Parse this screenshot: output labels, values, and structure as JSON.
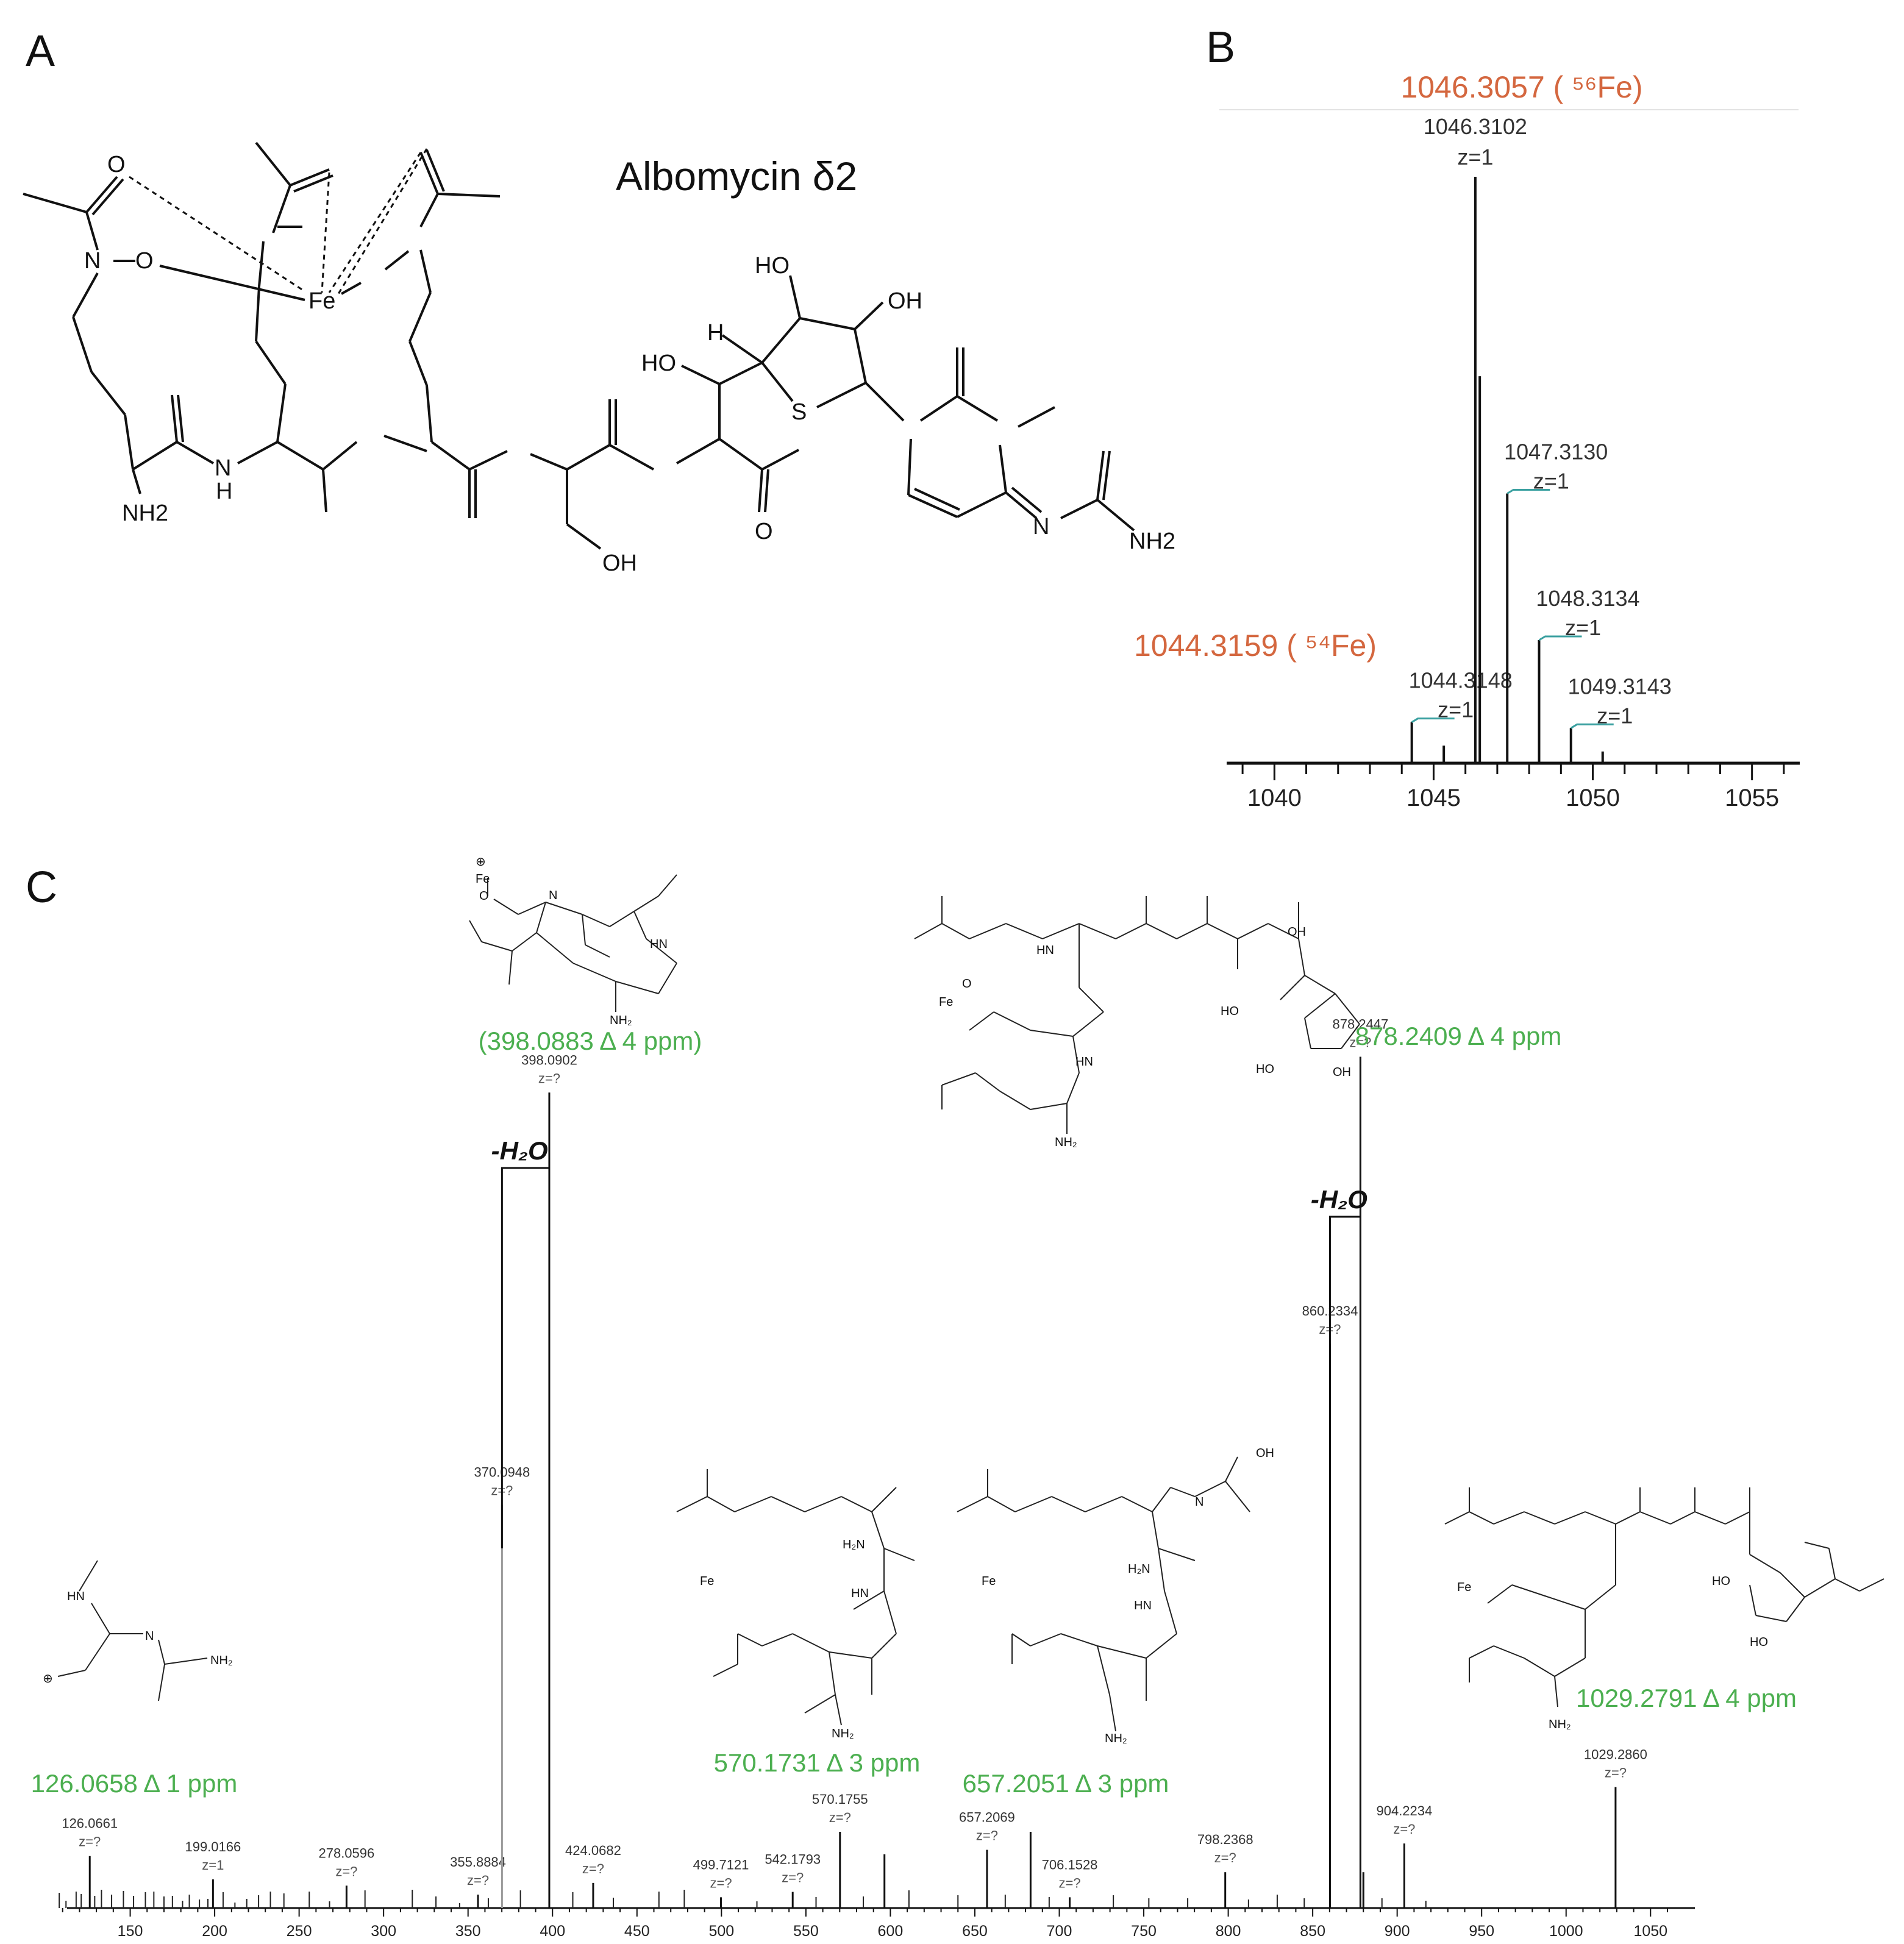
{
  "panels": {
    "a": {
      "letter": "A"
    },
    "b": {
      "letter": "B"
    },
    "c": {
      "letter": "C"
    }
  },
  "structure": {
    "title": "Albomycin δ2",
    "atoms": [
      "O",
      "N",
      "O",
      "Fe",
      "HO",
      "OH",
      "H",
      "HO",
      "S",
      "NH2",
      "N",
      "H",
      "O",
      "OH",
      "NH2",
      "N"
    ]
  },
  "chart_data": [
    {
      "type": "bar",
      "panel": "B",
      "xlim": [
        1038.5,
        1056.5
      ],
      "xticks": [
        1040,
        1045,
        1050,
        1055
      ],
      "annotations": [
        {
          "text": "1046.3057 ( ⁵⁶Fe)",
          "x": 1046.31
        },
        {
          "text": "1044.3159 ( ⁵⁴Fe)",
          "x": 1044.31
        }
      ],
      "peaks": [
        {
          "x": 1044.3148,
          "rel": 0.07,
          "label": "1044.3148",
          "z": "z=1"
        },
        {
          "x": 1045.32,
          "rel": 0.03
        },
        {
          "x": 1046.3102,
          "rel": 1.0,
          "label": "1046.3102",
          "z": "z=1"
        },
        {
          "x": 1046.45,
          "rel": 0.66
        },
        {
          "x": 1047.313,
          "rel": 0.46,
          "label": "1047.3130",
          "z": "z=1"
        },
        {
          "x": 1048.3134,
          "rel": 0.21,
          "label": "1048.3134",
          "z": "z=1"
        },
        {
          "x": 1049.3143,
          "rel": 0.06,
          "label": "1049.3143",
          "z": "z=1"
        },
        {
          "x": 1050.31,
          "rel": 0.02
        }
      ]
    },
    {
      "type": "bar",
      "panel": "C",
      "xlim": [
        100,
        1060
      ],
      "xticks": [
        150,
        200,
        250,
        300,
        350,
        400,
        450,
        500,
        550,
        600,
        650,
        700,
        750,
        800,
        850,
        900,
        950,
        1000,
        1050
      ],
      "annotations": [
        {
          "text": "(398.0883 Δ 4 ppm)",
          "x": 398.09
        },
        {
          "text": "878.2409 Δ 4 ppm",
          "x": 878.24
        },
        {
          "text": "126.0658 Δ 1 ppm",
          "x": 126.07
        },
        {
          "text": "570.1731 Δ 3 ppm",
          "x": 570.17
        },
        {
          "text": "657.2051 Δ 3 ppm",
          "x": 657.21
        },
        {
          "text": "1029.2791 Δ 4 ppm",
          "x": 1029.28
        }
      ],
      "losses": [
        {
          "text": "-H₂O",
          "from": 398.09,
          "to": 370.09
        },
        {
          "text": "-H₂O",
          "from": 878.24,
          "to": 860.23
        }
      ],
      "peaks": [
        {
          "x": 126.0661,
          "rel": 0.058,
          "label": "126.0661",
          "z": "z=?"
        },
        {
          "x": 199.0166,
          "rel": 0.032,
          "label": "199.0166",
          "z": "z=1"
        },
        {
          "x": 278.0596,
          "rel": 0.025,
          "label": "278.0596",
          "z": "z=?"
        },
        {
          "x": 355.8884,
          "rel": 0.015,
          "label": "355.8884",
          "z": "z=?"
        },
        {
          "x": 370.0948,
          "rel": 0.45,
          "label": "370.0948",
          "z": "z=?"
        },
        {
          "x": 398.0902,
          "rel": 0.91,
          "label": "398.0902",
          "z": "z=?"
        },
        {
          "x": 424.0682,
          "rel": 0.028,
          "label": "424.0682",
          "z": "z=?"
        },
        {
          "x": 499.7121,
          "rel": 0.012,
          "label": "499.7121",
          "z": "z=?"
        },
        {
          "x": 542.1793,
          "rel": 0.018,
          "label": "542.1793",
          "z": "z=?"
        },
        {
          "x": 570.1755,
          "rel": 0.085,
          "label": "570.1755",
          "z": "z=?"
        },
        {
          "x": 596.5,
          "rel": 0.06
        },
        {
          "x": 657.2069,
          "rel": 0.065,
          "label": "657.2069",
          "z": "z=?"
        },
        {
          "x": 683.0,
          "rel": 0.085
        },
        {
          "x": 706.1528,
          "rel": 0.012,
          "label": "706.1528",
          "z": "z=?"
        },
        {
          "x": 798.2368,
          "rel": 0.04,
          "label": "798.2368",
          "z": "z=?"
        },
        {
          "x": 860.2334,
          "rel": 0.63,
          "label": "860.2334",
          "z": "z=?"
        },
        {
          "x": 878.2447,
          "rel": 0.95,
          "label": "878.2447",
          "z": "z=?"
        },
        {
          "x": 880.0,
          "rel": 0.04
        },
        {
          "x": 904.2234,
          "rel": 0.072,
          "label": "904.2234",
          "z": "z=?"
        },
        {
          "x": 1029.286,
          "rel": 0.135,
          "label": "1029.2860",
          "z": "z=?"
        }
      ],
      "minor_peaks": [
        108,
        112,
        118,
        121,
        129,
        133,
        139,
        146,
        152,
        159,
        164,
        170,
        175,
        181,
        185,
        191,
        196,
        205,
        212,
        219,
        226,
        233,
        241,
        256,
        268,
        289,
        317,
        331,
        345,
        362,
        381,
        412,
        436,
        463,
        478,
        521,
        556,
        584,
        611,
        640,
        668,
        694,
        732,
        753,
        776,
        812,
        829,
        845,
        891,
        917
      ]
    }
  ]
}
